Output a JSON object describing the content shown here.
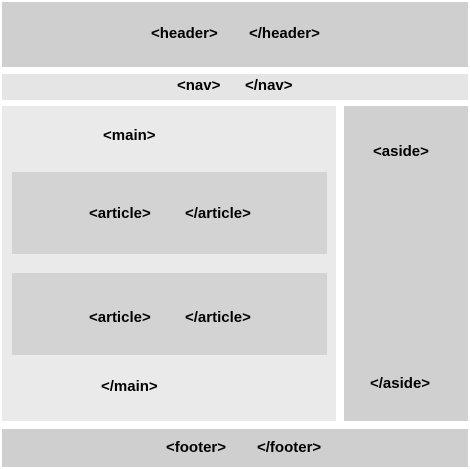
{
  "header": {
    "open": "<header>",
    "close": "</header>"
  },
  "nav": {
    "open": "<nav>",
    "close": "</nav>"
  },
  "main": {
    "open": "<main>",
    "close": "</main>"
  },
  "articles": [
    {
      "open": "<article>",
      "close": "</article>"
    },
    {
      "open": "<article>",
      "close": "</article>"
    }
  ],
  "aside": {
    "open": "<aside>",
    "close": "</aside>"
  },
  "footer": {
    "open": "<footer>",
    "close": "</footer>"
  }
}
